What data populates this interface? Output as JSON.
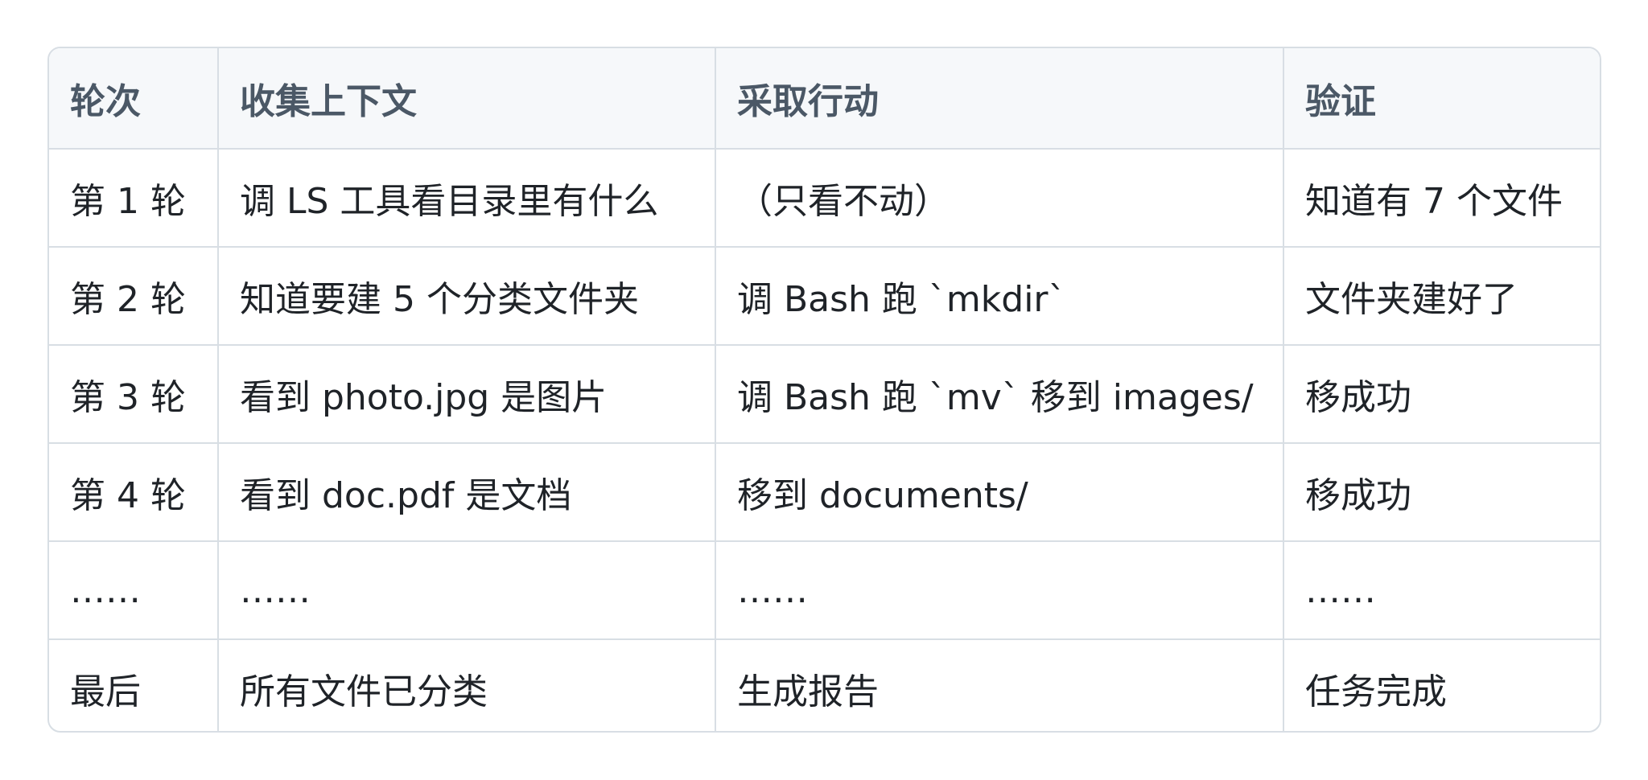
{
  "table": {
    "headers": [
      "轮次",
      "收集上下文",
      "采取行动",
      "验证"
    ],
    "rows": [
      [
        "第 1 轮",
        "调 LS 工具看目录里有什么",
        "（只看不动）",
        "知道有 7 个文件"
      ],
      [
        "第 2 轮",
        "知道要建 5 个分类文件夹",
        "调 Bash 跑 `mkdir`",
        "文件夹建好了"
      ],
      [
        "第 3 轮",
        "看到 photo.jpg 是图片",
        "调 Bash 跑 `mv` 移到 images/",
        "移成功"
      ],
      [
        "第 4 轮",
        "看到 doc.pdf 是文档",
        "移到 documents/",
        "移成功"
      ],
      [
        "……",
        "……",
        "……",
        "……"
      ],
      [
        "最后",
        "所有文件已分类",
        "生成报告",
        "任务完成"
      ]
    ]
  },
  "colors": {
    "border": "#d8dee4",
    "header_bg": "#f6f8fa",
    "header_text": "#4b5866",
    "body_text": "#1f2328"
  }
}
